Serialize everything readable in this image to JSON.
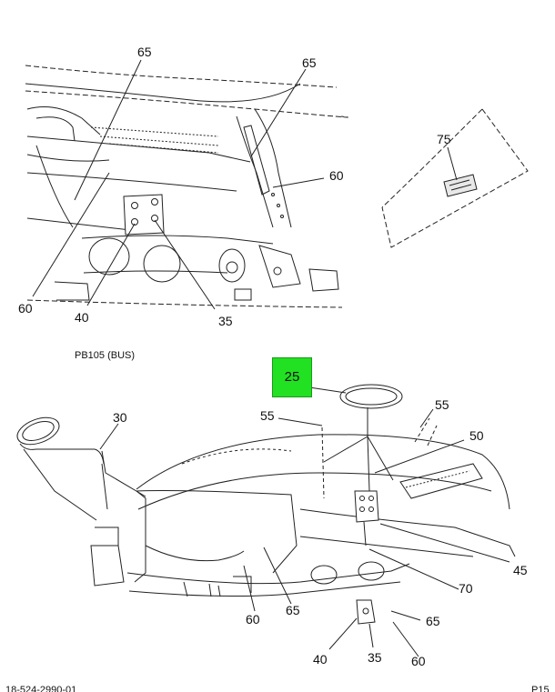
{
  "section_label": "PB105 (BUS)",
  "highlight_part": "25",
  "highlight_color": "#22e022",
  "callouts_top": [
    "65",
    "65",
    "60",
    "60",
    "40",
    "35",
    "75"
  ],
  "callouts_bottom": [
    "30",
    "55",
    "55",
    "50",
    "45",
    "70",
    "60",
    "65",
    "65",
    "40",
    "35",
    "60"
  ],
  "footer_left": "18-524-2990-01",
  "footer_right": "P15"
}
